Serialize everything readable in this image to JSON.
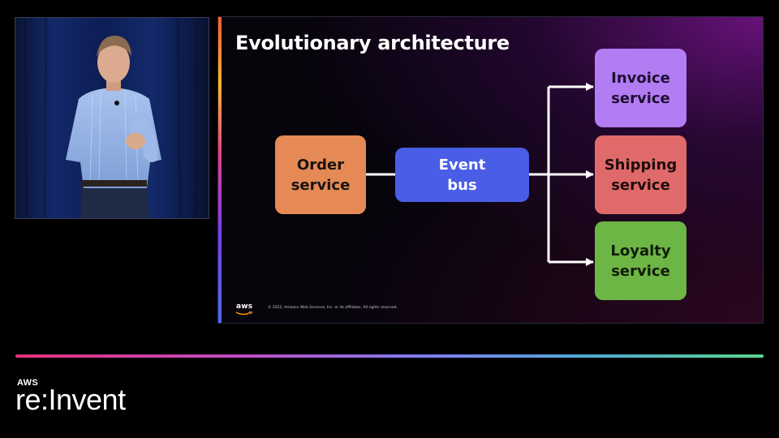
{
  "slide": {
    "title": "Evolutionary architecture",
    "nodes": {
      "order": "Order\nservice",
      "event_bus": "Event\nbus",
      "invoice": "Invoice\nservice",
      "shipping": "Shipping\nservice",
      "loyalty": "Loyalty\nservice"
    },
    "footer": {
      "logo": "aws",
      "copyright": "© 2022, Amazon Web Services, Inc. or its affiliates. All rights reserved."
    },
    "colors": {
      "order": "#e58a55",
      "event_bus": "#4a5de6",
      "invoice": "#b27cf3",
      "shipping": "#e06a6a",
      "loyalty": "#6db545",
      "connector": "#ffffff"
    }
  },
  "brand": {
    "aws": "AWS",
    "reinvent": "re:Invent"
  },
  "icons": {
    "speaker_video": "speaker-video-feed",
    "arrows": "arrow-right-icon",
    "aws_logo": "aws-smile-logo"
  }
}
